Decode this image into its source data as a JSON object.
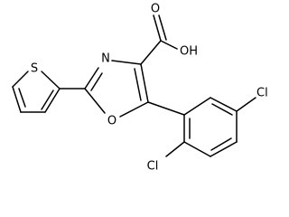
{
  "molecule": {
    "labels": {
      "sulfur": "S",
      "nitrogen": "N",
      "oxygen_ring": "O",
      "oxygen_carbonyl": "O",
      "hydroxyl": "OH",
      "chlorine_top": "Cl",
      "chlorine_bottom": "Cl"
    }
  },
  "colors": {
    "bond": "#000000",
    "text": "#000000",
    "background": "#ffffff"
  }
}
